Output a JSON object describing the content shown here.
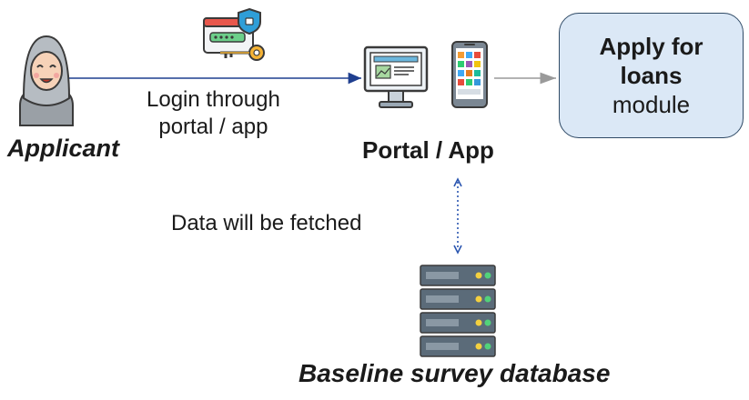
{
  "diagram": {
    "login_text_line1": "Login through",
    "login_text_line2": "portal / app",
    "applicant_label": "Applicant",
    "portal_label": "Portal / App",
    "module_line1": "Apply for",
    "module_line2": "loans",
    "module_line3": "module",
    "fetch_label": "Data will be fetched",
    "database_label": "Baseline survey database"
  },
  "icons": {
    "applicant": "person-hijab-icon",
    "credentials": "login-credentials-key-icon",
    "computer": "desktop-computer-icon",
    "phone": "smartphone-icon",
    "database": "server-database-icon"
  },
  "colors": {
    "main_arrow": "#1f3f8f",
    "grey_arrow": "#9a9a9a",
    "dotted_arrow": "#2a55b0",
    "module_fill": "#dbe8f6",
    "module_border": "#2f4a66"
  }
}
